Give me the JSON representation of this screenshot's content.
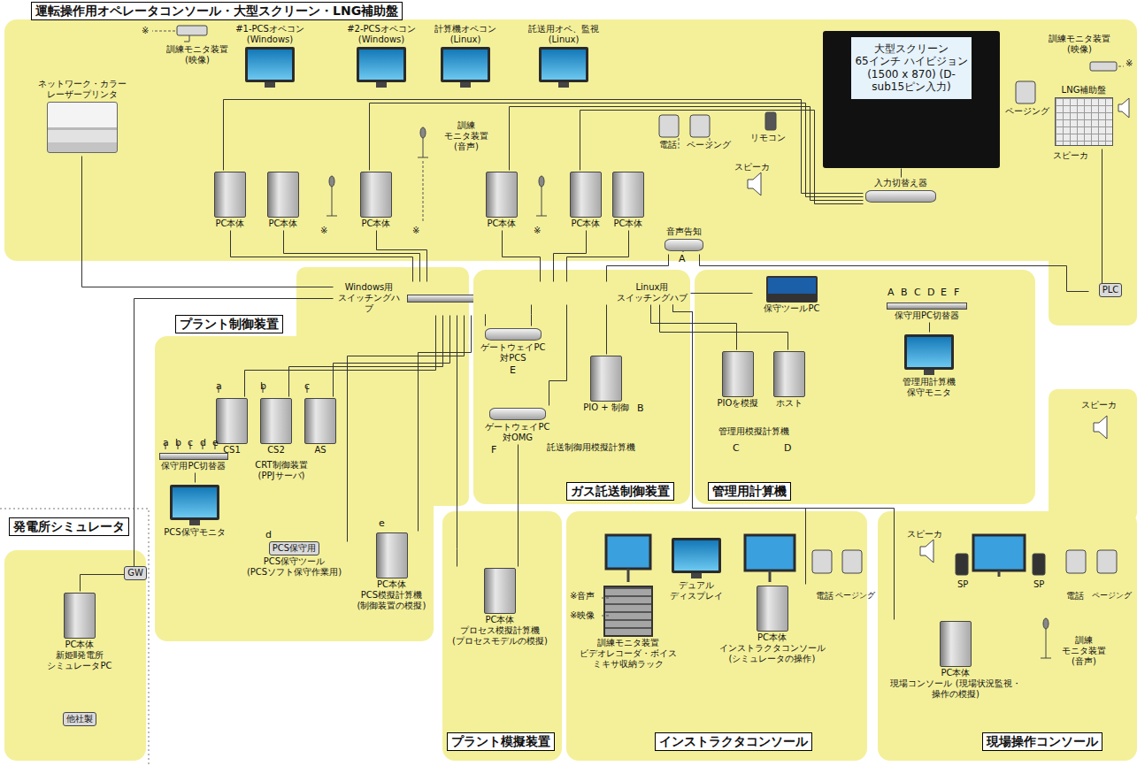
{
  "diagram": {
    "nodes": [
      {
        "text": [
          "運転操作用オペレータコンソール・大型スクリーン・LNG補助盤"
        ]
      },
      {
        "text": [
          "#1-PCSオペコン (Windows)"
        ],
        "in": 0
      },
      {
        "text": [
          "#2-PCSオペコン (Windows)"
        ],
        "in": 0
      },
      {
        "text": [
          "計算機オペコン (Linux)"
        ],
        "in": 0
      },
      {
        "text": [
          "託送用オペ、監視 (Linux)"
        ],
        "in": 0
      },
      {
        "text": [
          "PC本体"
        ],
        "in": 0
      },
      {
        "text": [
          "PC本体"
        ],
        "in": 0
      },
      {
        "text": [
          "PC本体"
        ],
        "in": 0
      },
      {
        "text": [
          "PC本体"
        ],
        "in": 0
      },
      {
        "text": [
          "PC本体"
        ],
        "in": 0
      },
      {
        "text": [
          "PC本体"
        ],
        "in": 0
      },
      {
        "text": [
          "大型スクリーン 65インチ ハイビジョン (1500 x 870) (D-sub15ピン入力)"
        ],
        "in": 0
      },
      {
        "text": [
          "入力切替え器"
        ],
        "in": 0
      },
      {
        "text": [
          "ネットワーク・カラー レーザープリンタ"
        ],
        "in": 0
      },
      {
        "text": [
          "音声告知"
        ],
        "in": 0
      },
      {
        "text": [
          "LNG補助盤"
        ],
        "in": 0
      },
      {
        "text": [
          "PLC"
        ],
        "in": 0
      },
      {
        "text": [
          "Windows用 スイッチングハブ"
        ]
      },
      {
        "text": [
          "Linux用 スイッチングハブ"
        ]
      },
      {
        "text": [
          "プラント制御装置"
        ]
      },
      {
        "text": [
          "CS1"
        ],
        "in": 19
      },
      {
        "text": [
          "CS2"
        ],
        "in": 19
      },
      {
        "text": [
          "AS"
        ],
        "in": 19
      },
      {
        "text": [
          "保守用PC切替器"
        ],
        "in": 19
      },
      {
        "text": [
          "PCS保守モニタ"
        ],
        "in": 19
      },
      {
        "text": [
          "PCS保守用",
          "PCS保守ツール (PCSソフト保守作業用)"
        ],
        "in": 19
      },
      {
        "text": [
          "PC本体",
          "PCS模擬計算機 (制御装置の模擬)"
        ],
        "in": 19
      },
      {
        "text": [
          "ガス託送制御装置"
        ]
      },
      {
        "text": [
          "ゲートウェイPC 対PCS"
        ],
        "in": 27
      },
      {
        "text": [
          "ゲートウェイPC 対OMG"
        ],
        "in": 27
      },
      {
        "text": [
          "PIO + 制御"
        ],
        "in": 27
      },
      {
        "text": [
          "管理用計算機"
        ]
      },
      {
        "text": [
          "保守ツールPC"
        ],
        "in": 31
      },
      {
        "text": [
          "PIOを模擬"
        ],
        "in": 31
      },
      {
        "text": [
          "ホスト"
        ],
        "in": 31
      },
      {
        "text": [
          "保守用PC切替器"
        ],
        "in": 31
      },
      {
        "text": [
          "管理用計算機 保守モニタ"
        ],
        "in": 31
      },
      {
        "text": [
          "発電所シミュレータ"
        ]
      },
      {
        "text": [
          "GW"
        ],
        "in": 37
      },
      {
        "text": [
          "PC本体",
          "新姫Ⅱ発電所 シミュレータPC"
        ],
        "in": 37
      },
      {
        "text": [
          "他社製"
        ],
        "in": 37
      },
      {
        "text": [
          "プラント模擬装置"
        ]
      },
      {
        "text": [
          "PC本体",
          "プロセス模擬計算機 (プロセスモデルの模擬)"
        ],
        "in": 41
      },
      {
        "text": [
          "インストラクタコンソール"
        ]
      },
      {
        "text": [
          "訓練モニタ装置 ビデオレコーダ・ボイス ミキサ収納ラック"
        ],
        "in": 43
      },
      {
        "text": [
          "デュアル ディスプレイ"
        ],
        "in": 43
      },
      {
        "text": [
          "PC本体",
          "インストラクタコンソール (シミュレータの操作)"
        ],
        "in": 43
      },
      {
        "text": [
          "現場操作コンソール"
        ]
      },
      {
        "text": [
          "PC本体",
          "現場コンソール (現場状況監視・操作の模擬)"
        ],
        "in": 47
      }
    ],
    "edges": [
      {
        "from": 5,
        "to": 17,
        "arrow": "none"
      },
      {
        "from": 6,
        "to": 17,
        "arrow": "none"
      },
      {
        "from": 7,
        "to": 17,
        "arrow": "none"
      },
      {
        "from": 8,
        "to": 18,
        "arrow": "none"
      },
      {
        "from": 9,
        "to": 18,
        "arrow": "none"
      },
      {
        "from": 10,
        "to": 18,
        "arrow": "none"
      },
      {
        "from": 13,
        "to": 17,
        "arrow": "none"
      },
      {
        "from": 5,
        "to": 12,
        "arrow": "none"
      },
      {
        "from": 7,
        "to": 12,
        "arrow": "none"
      },
      {
        "from": 8,
        "to": 12,
        "arrow": "none"
      },
      {
        "from": 9,
        "to": 12,
        "arrow": "none"
      },
      {
        "from": 12,
        "to": 11,
        "arrow": "none"
      },
      {
        "from": 15,
        "to": 16,
        "arrow": "none"
      },
      {
        "from": 14,
        "to": 18,
        "arrow": "none"
      },
      {
        "from": 16,
        "to": 14,
        "arrow": "none"
      },
      {
        "from": 20,
        "to": 17,
        "arrow": "none"
      },
      {
        "from": 21,
        "to": 17,
        "arrow": "none"
      },
      {
        "from": 22,
        "to": 17,
        "arrow": "none"
      },
      {
        "from": 25,
        "to": 17,
        "arrow": "none"
      },
      {
        "from": 26,
        "to": 17,
        "arrow": "none"
      },
      {
        "from": 23,
        "to": 24,
        "arrow": "none"
      },
      {
        "from": 28,
        "to": 17,
        "arrow": "none"
      },
      {
        "from": 28,
        "to": 18,
        "arrow": "none"
      },
      {
        "from": 29,
        "to": 18,
        "arrow": "none"
      },
      {
        "from": 30,
        "to": 18,
        "arrow": "none"
      },
      {
        "from": 42,
        "to": 29,
        "arrow": "none"
      },
      {
        "from": 42,
        "to": 17,
        "arrow": "none"
      },
      {
        "from": 32,
        "to": 18,
        "arrow": "none"
      },
      {
        "from": 33,
        "to": 18,
        "arrow": "none"
      },
      {
        "from": 34,
        "to": 18,
        "arrow": "none"
      },
      {
        "from": 35,
        "to": 36,
        "arrow": "none"
      },
      {
        "from": 38,
        "to": 17,
        "arrow": "none"
      },
      {
        "from": 39,
        "to": 38,
        "arrow": "none"
      },
      {
        "from": 46,
        "to": 18,
        "arrow": "none"
      },
      {
        "from": 48,
        "to": 18,
        "arrow": "none"
      }
    ],
    "labels": [
      "訓練モニタ装置 (映像)",
      "※",
      "※",
      "訓練 モニタ装置 (音声)",
      "※",
      "※",
      "電話",
      "ページング",
      "リモコン",
      "スピーカ",
      "ページング",
      "訓練モニタ装置 (映像)",
      "※",
      "スピーカ",
      "A",
      "a",
      "b",
      "c",
      "CRT制御装置 (PPJサーバ)",
      "a",
      "b",
      "c",
      "d",
      "e",
      "d",
      "e",
      "E",
      "F",
      "託送制御用模擬計算機",
      "B",
      "管理用模擬計算機",
      "C",
      "D",
      "A",
      "B",
      "C",
      "D",
      "E",
      "F",
      "スピーカ",
      "スピーカ",
      "※音声",
      "※映像",
      "電話",
      "ページング",
      "SP",
      "SP",
      "電話",
      "ページング",
      "訓練 モニタ装置 (音声)"
    ]
  }
}
